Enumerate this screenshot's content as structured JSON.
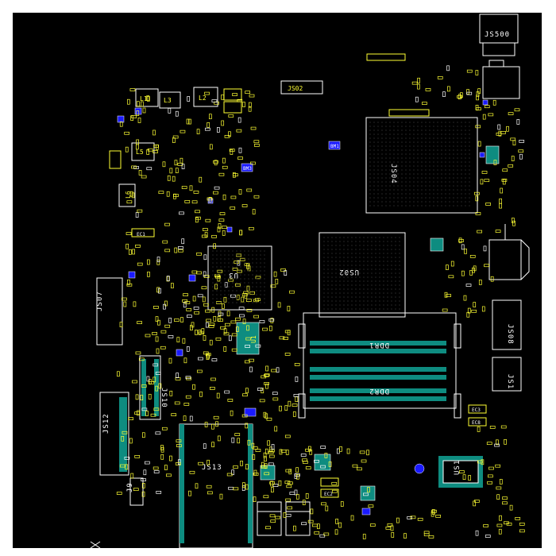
{
  "board": {
    "background": "#000000",
    "outline_color": "#ffffff",
    "pad_color": "#ffff33",
    "via_color": "#1a1aff",
    "ddr_color": "#0e8c80"
  },
  "labels": {
    "js500": "JS500",
    "js02": "JS02",
    "l1": "L1",
    "l2": "L2",
    "l3": "L3",
    "l5": "L5",
    "l6": "L6",
    "js04": "JS04",
    "u3": "U3",
    "us02": "US02",
    "ddr1": "DDR1",
    "ddr2": "DDR2",
    "js07": "JS07",
    "js10": "JS10",
    "js12": "JS12",
    "js13": "JS13",
    "js08": "JS08",
    "js1": "JS1",
    "j9": "J9",
    "u1": "U1",
    "us1": "US1",
    "ec1": "EC1",
    "ec2": "EC2",
    "ec3": "EC3",
    "bm1": "BM1",
    "bm3": "BM3",
    "ec8": "EC8"
  }
}
